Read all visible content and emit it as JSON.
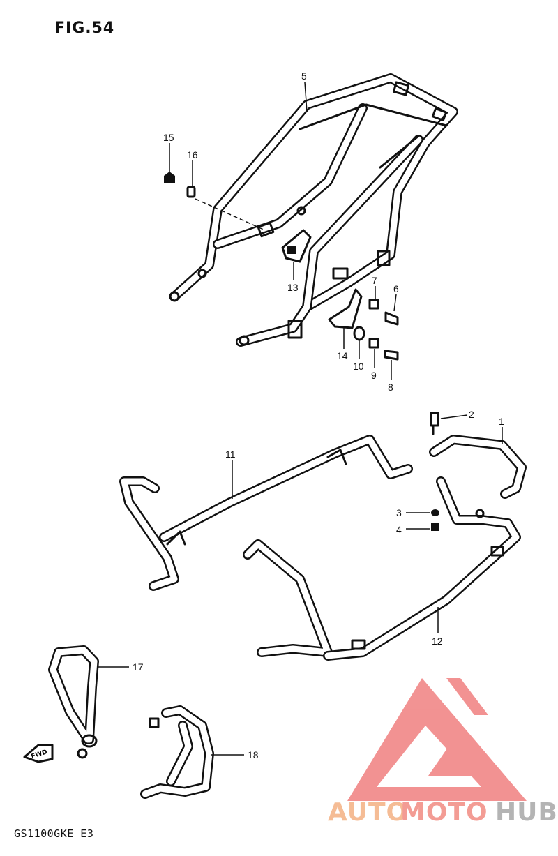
{
  "figure": {
    "title": "FIG.54",
    "model_code": "GS1100GKE  E3"
  },
  "callouts": [
    {
      "id": "c5",
      "label": "5"
    },
    {
      "id": "c15",
      "label": "15"
    },
    {
      "id": "c16",
      "label": "16"
    },
    {
      "id": "c13",
      "label": "13"
    },
    {
      "id": "c7",
      "label": "7"
    },
    {
      "id": "c6",
      "label": "6"
    },
    {
      "id": "c14",
      "label": "14"
    },
    {
      "id": "c10",
      "label": "10"
    },
    {
      "id": "c9",
      "label": "9"
    },
    {
      "id": "c8",
      "label": "8"
    },
    {
      "id": "c2",
      "label": "2"
    },
    {
      "id": "c1",
      "label": "1"
    },
    {
      "id": "c11",
      "label": "11"
    },
    {
      "id": "c3",
      "label": "3"
    },
    {
      "id": "c4",
      "label": "4"
    },
    {
      "id": "c12",
      "label": "12"
    },
    {
      "id": "c17",
      "label": "17"
    },
    {
      "id": "c18",
      "label": "18"
    }
  ],
  "direction_marker": "FWD",
  "watermark": {
    "word_a": "AUTO",
    "word_b": "MOTO",
    "word_c": "HUB",
    "color_a": "#f4b183",
    "color_b": "#f28b82",
    "color_c": "#b0b0b0",
    "logo_color": "#f08080"
  }
}
